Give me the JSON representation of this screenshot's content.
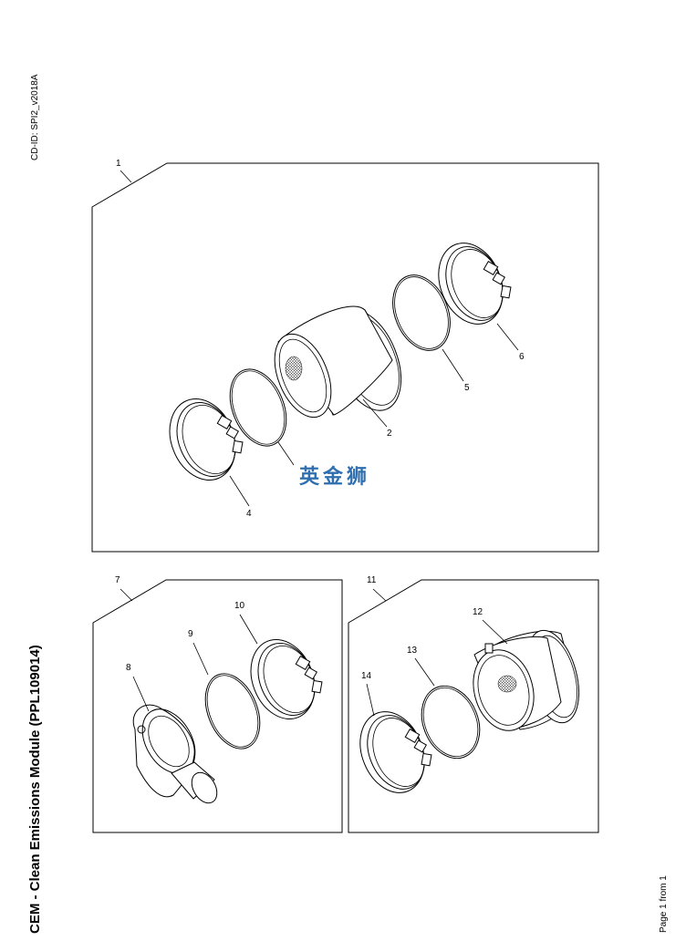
{
  "doc": {
    "cd_id": "CD-ID: SPI2_v2018A",
    "title": "CEM - Clean Emissions Module (PPL109014)",
    "page": "Page 1 from 1",
    "watermark": "英金狮"
  },
  "callouts": {
    "c1": "1",
    "c2": "2",
    "c4": "4",
    "c5": "5",
    "c6": "6",
    "c7": "7",
    "c8": "8",
    "c9": "9",
    "c10": "10",
    "c11": "11",
    "c12": "12",
    "c13": "13",
    "c14": "14"
  }
}
